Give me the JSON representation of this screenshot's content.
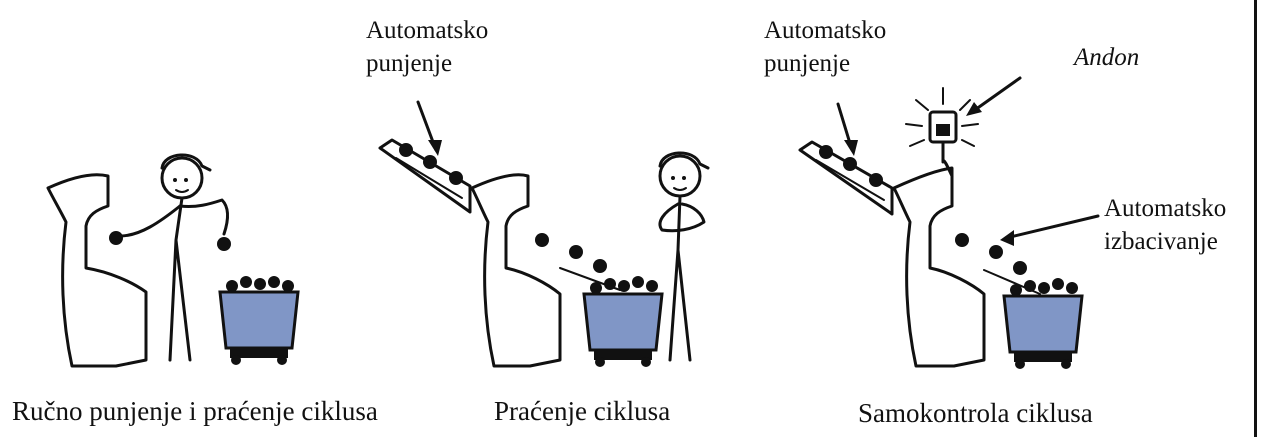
{
  "panels": [
    {
      "caption": "Ručno punjenje i praćenje ciklusa",
      "labels": []
    },
    {
      "caption": "Praćenje ciklusa",
      "labels": [
        {
          "line1": "Automatsko",
          "line2": "punjenje"
        }
      ]
    },
    {
      "caption": "Samokontrola ciklusa",
      "labels": [
        {
          "line1": "Automatsko",
          "line2": "punjenje"
        },
        {
          "line1": "Automatsko",
          "line2": "izbacivanje"
        }
      ],
      "andon": "Andon"
    }
  ],
  "colors": {
    "bin_fill": "#8096c6",
    "ink": "#111111"
  }
}
